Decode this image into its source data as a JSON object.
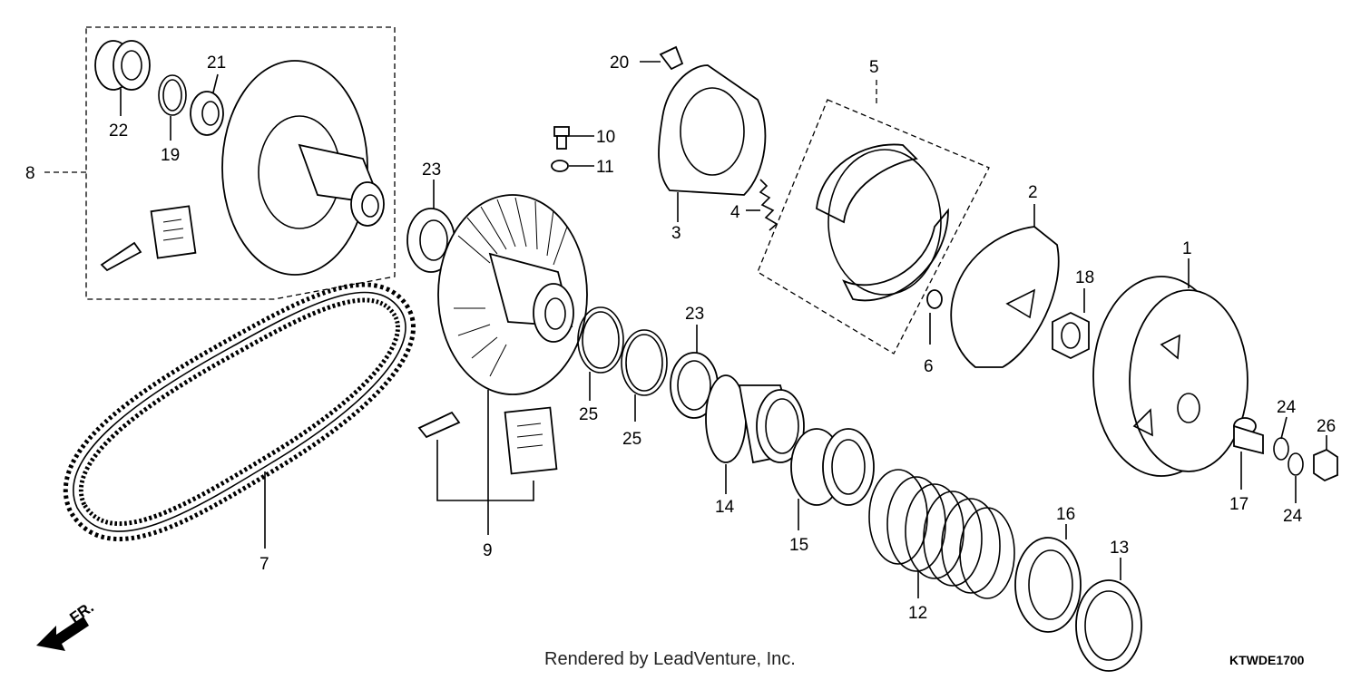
{
  "parts": [
    {
      "id": "p1",
      "label": "1"
    },
    {
      "id": "p2",
      "label": "2"
    },
    {
      "id": "p3",
      "label": "3"
    },
    {
      "id": "p4",
      "label": "4"
    },
    {
      "id": "p5",
      "label": "5"
    },
    {
      "id": "p6",
      "label": "6"
    },
    {
      "id": "p7",
      "label": "7"
    },
    {
      "id": "p8",
      "label": "8"
    },
    {
      "id": "p9",
      "label": "9"
    },
    {
      "id": "p10",
      "label": "10"
    },
    {
      "id": "p11",
      "label": "11"
    },
    {
      "id": "p12",
      "label": "12"
    },
    {
      "id": "p13",
      "label": "13"
    },
    {
      "id": "p14",
      "label": "14"
    },
    {
      "id": "p15",
      "label": "15"
    },
    {
      "id": "p16",
      "label": "16"
    },
    {
      "id": "p17",
      "label": "17"
    },
    {
      "id": "p18",
      "label": "18"
    },
    {
      "id": "p19",
      "label": "19"
    },
    {
      "id": "p20",
      "label": "20"
    },
    {
      "id": "p21",
      "label": "21"
    },
    {
      "id": "p22",
      "label": "22"
    },
    {
      "id": "p23a",
      "label": "23"
    },
    {
      "id": "p23b",
      "label": "23"
    },
    {
      "id": "p24a",
      "label": "24"
    },
    {
      "id": "p24b",
      "label": "24"
    },
    {
      "id": "p25a",
      "label": "25"
    },
    {
      "id": "p25b",
      "label": "25"
    },
    {
      "id": "p26",
      "label": "26"
    }
  ],
  "credit": "Rendered by LeadVenture, Inc.",
  "diagram_code": "KTWDE1700",
  "direction_label": "FR.",
  "icons": {
    "direction": "front-arrow-icon"
  }
}
